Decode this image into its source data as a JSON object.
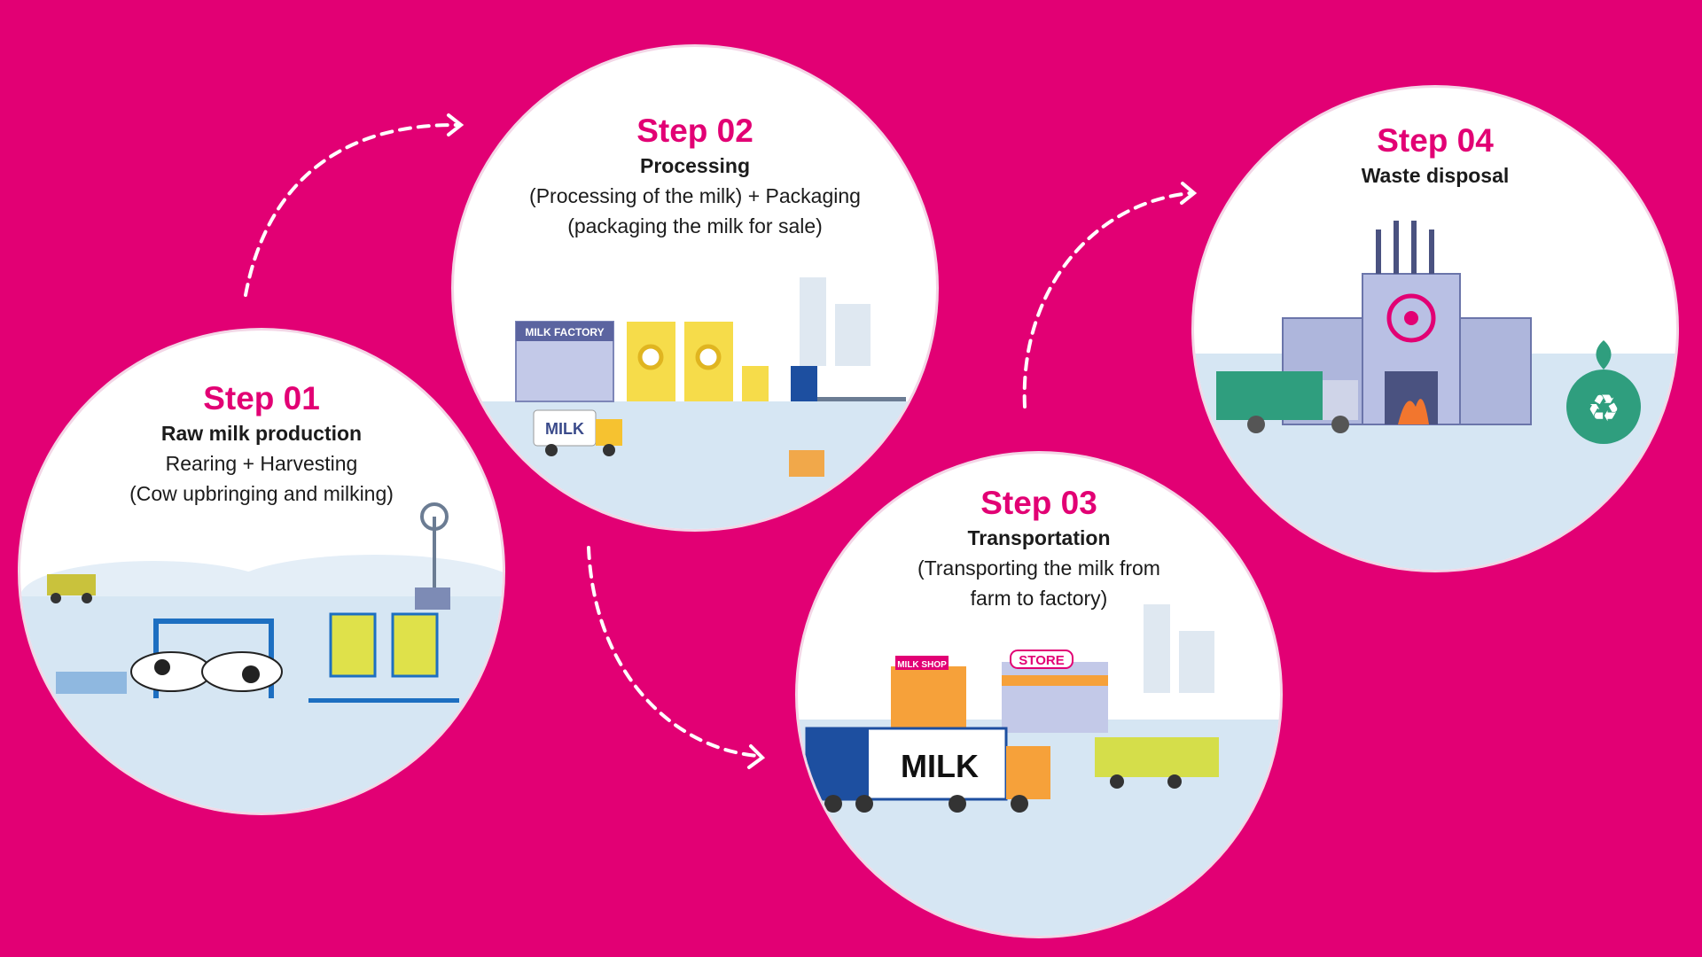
{
  "steps": [
    {
      "step": "Step 01",
      "title": "Raw milk production",
      "lines": [
        "Rearing + Harvesting",
        "(Cow upbringing and milking)"
      ]
    },
    {
      "step": "Step 02",
      "title": "Processing",
      "lines": [
        "(Processing of the milk) + Packaging",
        "(packaging the milk for sale)"
      ],
      "factory_sign": "MILK FACTORY",
      "truck_label": "MILK"
    },
    {
      "step": "Step 03",
      "title": "Transportation",
      "lines": [
        "(Transporting the milk from",
        "farm to factory)"
      ],
      "shop_sign": "MILK SHOP",
      "store_sign": "STORE",
      "truck_label": "MILK"
    },
    {
      "step": "Step 04",
      "title": "Waste disposal",
      "lines": []
    }
  ],
  "colors": {
    "background": "#e20074",
    "accent": "#e20074",
    "scene": "#d6e6f3"
  }
}
